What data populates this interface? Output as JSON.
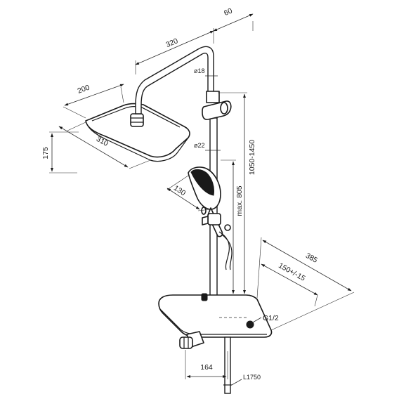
{
  "dimensions": {
    "arm_length": "320",
    "bar_offset": "60",
    "head_depth": "200",
    "head_width": "310",
    "head_height": "175",
    "arm_diameter": "ø18",
    "riser_diameter": "ø22",
    "handshower_width": "130",
    "riser_height": "1050-1450",
    "slide_max": "max. 805",
    "total_depth": "385",
    "wall_distance": "150+/-15",
    "connection_thread": "G1/2",
    "knob_width": "164",
    "hose_length": "L1750"
  },
  "colors": {
    "line": "#1a1a1a",
    "background": "#ffffff"
  }
}
